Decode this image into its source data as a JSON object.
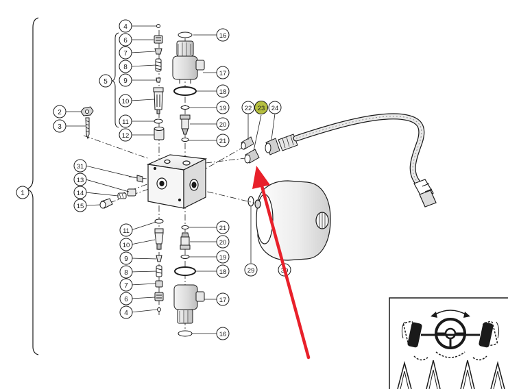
{
  "callouts": [
    {
      "id": "c1",
      "label": "1"
    },
    {
      "id": "c2",
      "label": "2"
    },
    {
      "id": "c3",
      "label": "3"
    },
    {
      "id": "c4a",
      "label": "4"
    },
    {
      "id": "c4b",
      "label": "4"
    },
    {
      "id": "c5",
      "label": "5"
    },
    {
      "id": "c6a",
      "label": "6"
    },
    {
      "id": "c6b",
      "label": "6"
    },
    {
      "id": "c7a",
      "label": "7"
    },
    {
      "id": "c7b",
      "label": "7"
    },
    {
      "id": "c8a",
      "label": "8"
    },
    {
      "id": "c8b",
      "label": "8"
    },
    {
      "id": "c9a",
      "label": "9"
    },
    {
      "id": "c9b",
      "label": "9"
    },
    {
      "id": "c10a",
      "label": "10"
    },
    {
      "id": "c10b",
      "label": "10"
    },
    {
      "id": "c11a",
      "label": "11"
    },
    {
      "id": "c11b",
      "label": "11"
    },
    {
      "id": "c12",
      "label": "12"
    },
    {
      "id": "c13",
      "label": "13"
    },
    {
      "id": "c14",
      "label": "14"
    },
    {
      "id": "c15",
      "label": "15"
    },
    {
      "id": "c16a",
      "label": "16"
    },
    {
      "id": "c16b",
      "label": "16"
    },
    {
      "id": "c17a",
      "label": "17"
    },
    {
      "id": "c17b",
      "label": "17"
    },
    {
      "id": "c18a",
      "label": "18"
    },
    {
      "id": "c18b",
      "label": "18"
    },
    {
      "id": "c19a",
      "label": "19"
    },
    {
      "id": "c19b",
      "label": "19"
    },
    {
      "id": "c20a",
      "label": "20"
    },
    {
      "id": "c20b",
      "label": "20"
    },
    {
      "id": "c21a",
      "label": "21"
    },
    {
      "id": "c21b",
      "label": "21"
    },
    {
      "id": "c22",
      "label": "22"
    },
    {
      "id": "c23",
      "label": "23"
    },
    {
      "id": "c24",
      "label": "24"
    },
    {
      "id": "c29",
      "label": "29"
    },
    {
      "id": "c30",
      "label": "30"
    },
    {
      "id": "c31",
      "label": "31"
    }
  ],
  "highlighted_callout": "23",
  "colors": {
    "ink": "#1a1a1a",
    "highlight_fill": "#b5bf3f",
    "arrow": "#e8202a",
    "paper": "#ffffff"
  },
  "icons": {
    "arrow": "red-pointer-arrow",
    "inset": "steering-axle-symbol"
  }
}
